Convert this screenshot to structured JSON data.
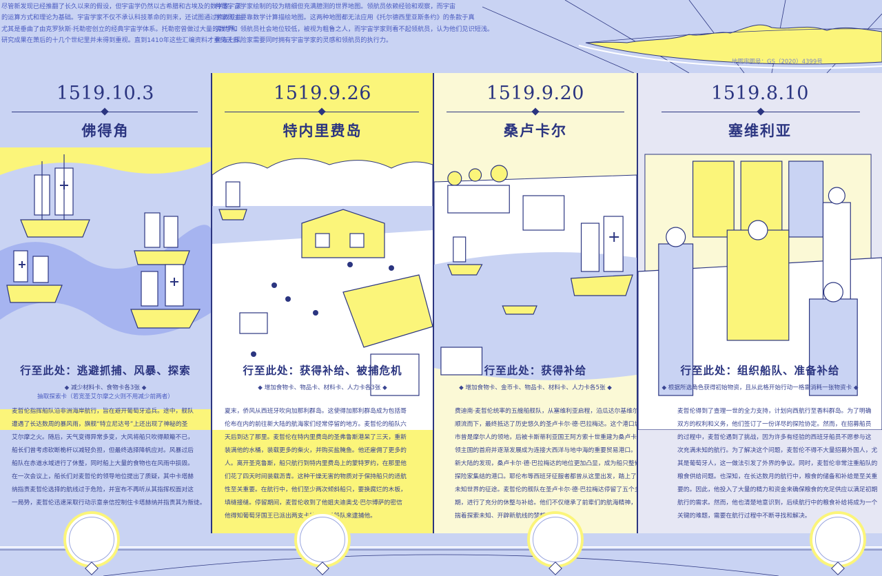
{
  "intro_left": [
    "尽管新发现已经推翻了长久以来的假设，但宇宙学仍然以古希腊和古埃及的数学家、天",
    "的运算方式和理论为基础。宇宙学家不仅不承认科技革命的到来，还试图通过修改亚曲",
    "尤其是垂曲了由克罗狄斯·托勒密创立的经典宇宙学体系。托勒密曾做过大量的数学和",
    "研究成果在萧后的十几个世纪里并未得到重视。直到1410年这些汇编资料才重见天日。"
  ],
  "intro_right": [
    "种是宇宙学家绘制的较为精细但充满臆测的世界地图。领航员依赖经验和观察，而宇宙",
    "学家则主要靠数学计算描绘地图。这两种地图都无法应用《托尔德西里亚斯条约》的条款于真",
    "实世界。领航员社会地位较低，被视为粗鲁之人，而宇宙学家则看不起领航员，认为他们见识短浅。",
    "但海上探险家需要同时拥有宇宙学家的灵感和领航员的执行力。"
  ],
  "map_number": "地图审图号：GS（2020）4399号",
  "columns": [
    {
      "date": "1519.10.3",
      "place": "佛得角",
      "subtitle": "行至此处：逃避抓捕、风暴、探索",
      "perk_line1": "◆ 减少材料卡、食物卡各3张 ◆",
      "perk_line2": "抽取探索卡（若宽圣艾尔摩之火则不用减少前两者）",
      "body": [
        "麦哲伦指挥船队沿非洲海岸航行，旨在避开葡萄牙追兵。途中，舰队",
        "遭遇了长达数周的暴风雨，旗舰“特立尼达号”上还出现了神秘的圣",
        "艾尔摩之火。随后，天气变得异常多变，大风将船只吹得颠簸不已，",
        "船长们曾考虑砍断桅杆以减轻负担，但最终选择降帆应对。风暴过后",
        "船队在赤道水域进行了休整，同时船上大量的食物也在风雨中损毁。",
        "在一次会议上，船长们对麦哲伦的领导地位提出了质疑，其中卡塔赫",
        "纳指责麦哲伦选择的航线过于危险，并宣布不再听从其指挥权面对这",
        "一局势，麦哲伦迅速采取行动示意亲信控制住卡塔赫纳并指责其为叛徒。"
      ]
    },
    {
      "date": "1519.9.26",
      "place": "特内里费岛",
      "subtitle": "行至此处：获得补给、被捕危机",
      "perk_line1": "◆ 增加食物卡、物品卡、材料卡、人力卡各3张 ◆",
      "perk_line2": "",
      "body": [
        "夏末，侨风从西班牙吹向加那利群岛。这使得加那利群岛成为包括哥",
        "伦布在内的前往新大陆的航海家们经常停留的地方。麦哲伦的船队六",
        "天后到达了那里。麦哲伦在特内里费岛的圣弗鲁斯港呆了三天，重新",
        "装满他的水桶，装载更多的柴火，并购买盐腌鱼。他还雇佣了更多的",
        "人。离开圣克鲁斯，船只航行到特内里费岛上的蒙特罗约，在那里他",
        "们花了四天时间装载沥青。这种干燥无害的物质对于保持船只的适航",
        "性至关重要。在航行中，他们至少两次倾斜船只，要换腐烂的木板，",
        "填缝接缝。停留期间，麦哲伦收到了他姐夫迪奥戈·巴尔博萨的密信",
        "他得知葡萄牙国王已派出两支卡拉维尔帆船队来逮捕他。"
      ]
    },
    {
      "date": "1519.9.20",
      "place": "桑卢卡尔",
      "subtitle": "行至此处：获得补给",
      "perk_line1": "◆ 增加食物卡、金币卡、物品卡、材料卡、人力卡各5张 ◆",
      "perk_line2": "",
      "body": [
        "费迪南·麦哲伦统率的五艘船舰队，从塞维利亚启程，沿瓜达尔基维尔河",
        "顺流而下，最终抵达了历史悠久的圣卢卡尔·德·巴拉梅达。这个港口城",
        "市曾是摩尔人的领地，后被卡斯蒂利亚国王阿方索十世重建为桑卢卡尔",
        "领主国的首府并逐渐发展成为连接大西洋与地中海的重要贸易港口。随着",
        "新大陆的发现，桑卢卡尔·德·巴拉梅达的地位更加凸显，成为船只整修与",
        "探险家集结的港口。耶伦布等西班牙征服者都曾从这里出发，踏上了征服",
        "未知世界的征途。麦哲伦的舰队在圣卢卡尔·德·巴拉梅达停留了五个多星",
        "期，进行了充分的休整与补给。他们不仅继承了前辈们的航海精神，更怀",
        "揣着探索未知、开辟新航线的梦想。"
      ]
    },
    {
      "date": "1519.8.10",
      "place": "塞维利亚",
      "subtitle": "行至此处：组织船队、准备补给",
      "perk_line1": "◆ 根据所选角色获得初始物资，且从此格开始行动一格需消耗一张物资卡 ◆",
      "perk_line2": "",
      "body": [
        "麦哲伦得到了查理一世的全力支持，计划向西航行至香料群岛。为了明确",
        "双方的权利和义务，他们签订了一份详尽的探险协定。然而，在招募船员",
        "的过程中，麦哲伦遇到了挑战，因为许多有经验的西班牙船员不愿参与这",
        "次充满未知的航行。为了解决这个问题，麦哲伦不得不大量招募外国人，尤",
        "其是葡萄牙人，这一做法引发了外界的争议。同时，麦哲伦非常注重船队的",
        "粮食供给问题。也深知，在长达数月的航行中，粮食的储备和补给是至关重",
        "要的。因此，他投入了大量的精力和资金来确保粮食的充足供应以满足初期",
        "航行的需求。然而，他也清楚地意识到，后续航行中的粮食补给将成为一个",
        "关键的难题，需要在航行过程中不断寻找和解决。"
      ]
    }
  ],
  "colors": {
    "navy": "#2b3580",
    "periwinkle": "#c9d3f3",
    "yellow": "#fbf57a",
    "cream": "#fbf9d6",
    "lavender": "#e6e7f4"
  }
}
